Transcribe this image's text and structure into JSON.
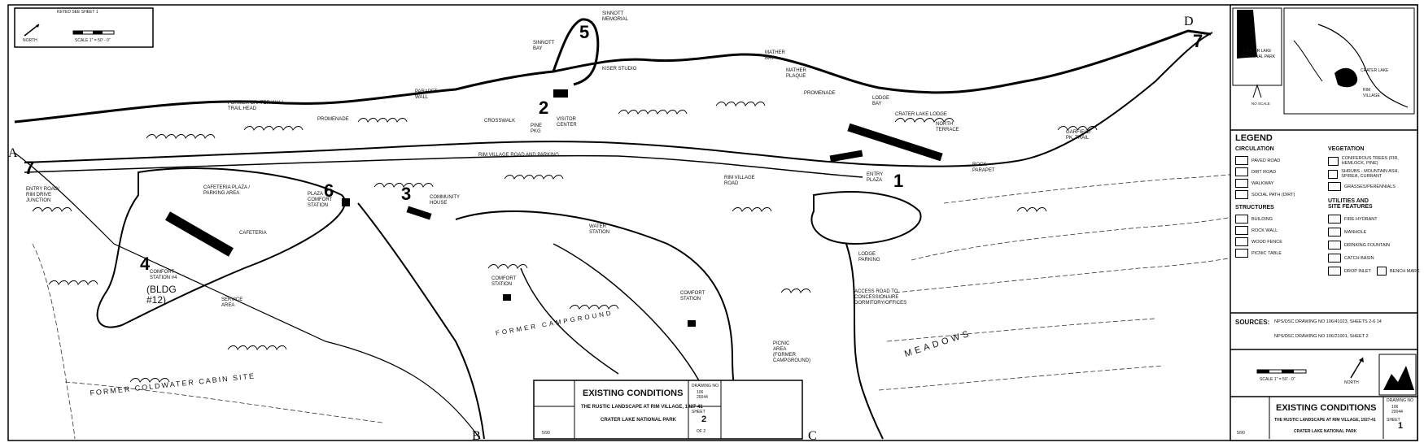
{
  "key_box": {
    "title": "KEYED SEE SHEET 1",
    "north": "NORTH",
    "scale": "SCALE 1\" = 50' - 0\""
  },
  "site_numbers": [
    "1",
    "2",
    "3",
    "4",
    "5",
    "6",
    "7",
    "7"
  ],
  "letters": {
    "a": "A",
    "b": "B",
    "c": "C",
    "d": "D"
  },
  "map_labels": {
    "sinnott_memorial": "SINNOTT\nMEMORIAL",
    "sinnott_bay": "SINNOTT\nBAY",
    "kiser_studio": "KISER STUDIO",
    "mather_bay": "MATHER\nBAY",
    "mather_plaque": "MATHER\nPLAQUE",
    "promenade_1": "PROMENADE",
    "promenade_2": "PROMENADE",
    "former_crater_wall": "FORMER CRATER WALL\nTRAIL HEAD",
    "parapet_wall": "PARAPET\nWALL",
    "crosswalk": "CROSSWALK",
    "pine_pkg": "PINE\nPKG",
    "visitor_centre": "VISITOR\nCENTER",
    "lodge_bay": "LODGE\nBAY",
    "crater_lake_lodge": "CRATER LAKE LODGE",
    "north_terrace": "NORTH\nTERRACE",
    "garfield_trail": "GARFIELD\nPK. TRAIL",
    "rim_village_parking": "RIM VILLAGE ROAD AND PARKING",
    "rim_village_road": "RIM VILLAGE\nROAD",
    "entry_plaza": "ENTRY\nPLAZA",
    "rock_parapet": "ROCK\nPARAPET",
    "cafeteria_plaza": "CAFETERIA PLAZA /\nPARKING AREA",
    "plaza_comfort": "PLAZA\nCOMFORT\nSTATION",
    "community_house": "COMMUNITY\nHOUSE",
    "water_station": "WATER\nSTATION",
    "cafeteria": "CAFETERIA",
    "comfort_station_4": "COMFORT\nSTATION #4",
    "bldg_note": "(BLDG\n#12)",
    "service_area": "SERVICE\nAREA",
    "entry_road": "ENTRY ROAD/\nRIM DRIVE\nJUNCTION",
    "comfort_station_a": "COMFORT\nSTATION",
    "comfort_station_b": "COMFORT\nSTATION",
    "lodge_parking": "LODGE\nPARKING",
    "access_road": "ACCESS ROAD TO\nCONCESSIONAIRE\nDORMITORY/OFFICES",
    "meadows": "MEADOWS",
    "former_coldwater": "FORMER COLDWATER CABIN SITE",
    "former_campground": "FORMER CAMPGROUND",
    "picnic_area": "PICNIC\nAREA\n(FORMER\nCAMPGROUND)"
  },
  "legend": {
    "title": "LEGEND",
    "circulation": {
      "heading": "CIRCULATION",
      "items": [
        "PAVED ROAD",
        "DIRT ROAD",
        "WALKWAY",
        "SOCIAL PATH (DIRT)"
      ]
    },
    "structures": {
      "heading": "STRUCTURES",
      "items": [
        "BUILDING",
        "ROCK WALL",
        "WOOD FENCE",
        "PICNIC TABLE"
      ]
    },
    "vegetation": {
      "heading": "VEGETATION",
      "items": [
        "CONIFEROUS TREES (FIR, HEMLOCK, PINE)",
        "SHRUBS - MOUNTAIN ASH, SPIREA, CURRANT",
        "GRASSES/PERENNIALS"
      ]
    },
    "utilities": {
      "heading": "UTILITIES AND\nSITE FEATURES",
      "items": [
        "FIRE HYDRANT",
        "MANHOLE",
        "DRINKING FOUNTAIN",
        "CATCH BASIN",
        "DROP INLET",
        "BENCH MARK"
      ]
    }
  },
  "sources": {
    "heading": "SOURCES:",
    "lines": [
      "NPS/DSC DRAWING NO 106/41023, SHEETS 2-6 14",
      "NPS/DSC DRAWING NO 106/21001, SHEET 2"
    ]
  },
  "locator": {
    "label1": "CRATER LAKE\nNATIONAL PARK",
    "label2": "CRATER LAKE",
    "label3": "RIM\nVILLAGE",
    "scale": "NO SCALE"
  },
  "title_block_center": {
    "title": "EXISTING CONDITIONS",
    "subtitle": "THE RUSTIC LANDSCAPE AT RIM VILLAGE, 1927-41",
    "park": "CRATER LAKE NATIONAL PARK",
    "drawing_no_label": "DRAWING NO",
    "drawing_no": "106\n20044",
    "sheet_label": "SHEET",
    "sheet": "2",
    "of": "OF 2",
    "date": "5/90"
  },
  "title_block_right": {
    "title": "EXISTING CONDITIONS",
    "subtitle": "THE RUSTIC LANDSCAPE AT RIM VILLAGE, 1927-41",
    "park": "CRATER LAKE NATIONAL PARK",
    "drawing_no_label": "DRAWING NO",
    "drawing_no": "106\n20044",
    "sheet_label": "SHEET",
    "sheet": "1",
    "date": "5/90",
    "scale": "SCALE 1\" = 50' - 0\"",
    "north": "NORTH"
  }
}
